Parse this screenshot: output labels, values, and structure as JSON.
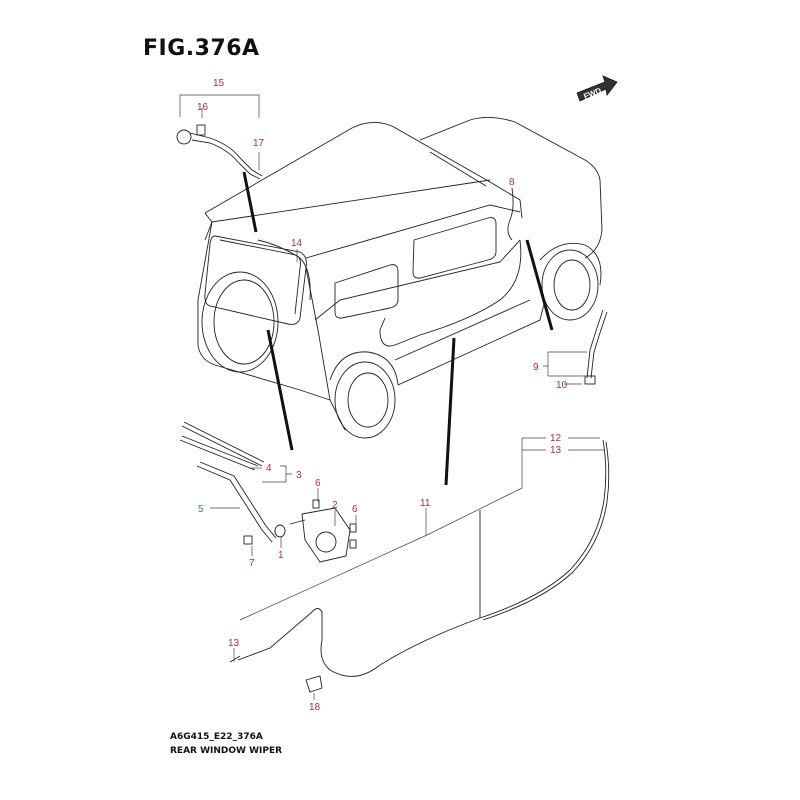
{
  "figure": {
    "title": "FIG.376A"
  },
  "footer": {
    "code": "A6G415_E22_376A",
    "name": "REAR WINDOW WIPER"
  },
  "fwd_label": "FWD",
  "colors": {
    "callout": "#b0302e",
    "callout_highlight": "#2c9a2c",
    "line": "#222222"
  },
  "callouts": [
    {
      "id": "c15",
      "label": "15"
    },
    {
      "id": "c16",
      "label": "16"
    },
    {
      "id": "c17",
      "label": "17"
    },
    {
      "id": "c14",
      "label": "14"
    },
    {
      "id": "c8",
      "label": "8"
    },
    {
      "id": "c9",
      "label": "9"
    },
    {
      "id": "c10",
      "label": "10"
    },
    {
      "id": "c12",
      "label": "12"
    },
    {
      "id": "c13a",
      "label": "13"
    },
    {
      "id": "c11",
      "label": "11"
    },
    {
      "id": "c4",
      "label": "4"
    },
    {
      "id": "c3",
      "label": "3"
    },
    {
      "id": "c6a",
      "label": "6"
    },
    {
      "id": "c2",
      "label": "2"
    },
    {
      "id": "c6b",
      "label": "6"
    },
    {
      "id": "c5",
      "label": "5",
      "highlight": true
    },
    {
      "id": "c7",
      "label": "7"
    },
    {
      "id": "c1",
      "label": "1"
    },
    {
      "id": "c13b",
      "label": "13"
    },
    {
      "id": "c18",
      "label": "18"
    }
  ]
}
